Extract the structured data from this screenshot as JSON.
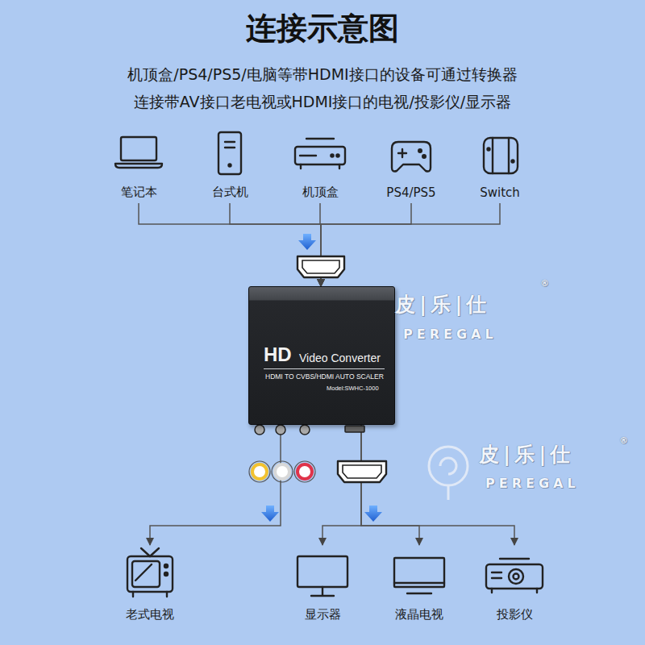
{
  "diagram": {
    "title": "连接示意图",
    "nodes": [
      {
        "text": [
          "笔记本"
        ]
      },
      {
        "text": [
          "台式机"
        ]
      },
      {
        "text": [
          "机顶盒"
        ]
      },
      {
        "text": [
          "PS4/PS5"
        ]
      },
      {
        "text": [
          "Switch"
        ]
      },
      {
        "text": [
          "HD",
          "Video Converter",
          "HDMI TO CVBS/HDMI AUTO SCALER",
          "Model:SWHC-1000"
        ]
      },
      {
        "text": [
          "老式电视"
        ]
      },
      {
        "text": [
          "显示器"
        ]
      },
      {
        "text": [
          "液晶电视"
        ]
      },
      {
        "text": [
          "投影仪"
        ]
      }
    ],
    "edges": [
      {
        "from": 0,
        "to": 5,
        "arrow": "to"
      },
      {
        "from": 1,
        "to": 5,
        "arrow": "to"
      },
      {
        "from": 2,
        "to": 5,
        "arrow": "to"
      },
      {
        "from": 3,
        "to": 5,
        "arrow": "to"
      },
      {
        "from": 4,
        "to": 5,
        "arrow": "to"
      },
      {
        "from": 5,
        "to": 6,
        "arrow": "to"
      },
      {
        "from": 5,
        "to": 7,
        "arrow": "to"
      },
      {
        "from": 5,
        "to": 8,
        "arrow": "to"
      },
      {
        "from": 5,
        "to": 9,
        "arrow": "to"
      }
    ],
    "labels": [
      "机顶盒/PS4/PS5/电脑等带HDMI接口的设备可通过转换器",
      "连接带AV接口老电视或HDMI接口的电视/投影仪/显示器",
      "皮|乐|仕",
      "PEREGAL",
      "®",
      "皮|乐|仕",
      "PEREGAL",
      "®"
    ]
  }
}
